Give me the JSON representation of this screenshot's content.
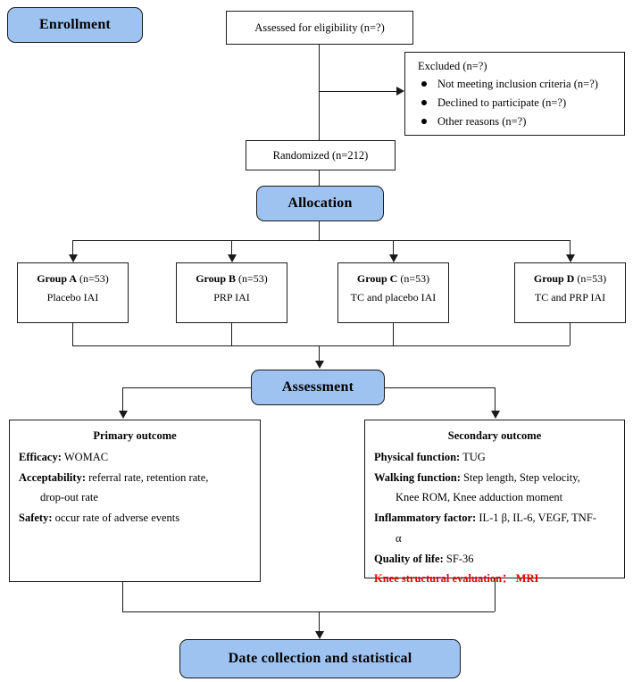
{
  "stages": {
    "enrollment": "Enrollment",
    "allocation": "Allocation",
    "assessment": "Assessment",
    "final": "Date collection and statistical"
  },
  "nodes": {
    "assessed": "Assessed for eligibility (n=?)",
    "randomized": "Randomized (n=212)"
  },
  "excluded": {
    "title": "Excluded (n=?)",
    "items": [
      "Not meeting inclusion criteria (n=?)",
      "Declined to participate (n=?)",
      "Other reasons (n=?)"
    ]
  },
  "groups": [
    {
      "name": "Group A",
      "n": "(n=53)",
      "intervention": "Placebo IAI"
    },
    {
      "name": "Group B",
      "n": "(n=53)",
      "intervention": "PRP IAI"
    },
    {
      "name": "Group C",
      "n": "(n=53)",
      "intervention": "TC and placebo IAI"
    },
    {
      "name": "Group D",
      "n": "(n=53)",
      "intervention": "TC and PRP IAI"
    }
  ],
  "primary_outcome": {
    "heading": "Primary outcome",
    "rows": [
      {
        "label": "Efficacy:",
        "value": "WOMAC"
      },
      {
        "label": "Acceptability:",
        "value": "referral rate, retention rate,"
      },
      {
        "label": "",
        "value": "drop-out rate",
        "indent": true
      },
      {
        "label": "Safety:",
        "value": "occur rate of adverse events"
      }
    ]
  },
  "secondary_outcome": {
    "heading": "Secondary outcome",
    "rows": [
      {
        "label": "Physical function:",
        "value": "TUG"
      },
      {
        "label": "Walking function:",
        "value": "Step length, Step velocity,"
      },
      {
        "label": "",
        "value": "Knee ROM, Knee adduction moment",
        "indent": true
      },
      {
        "label": "Inflammatory factor:",
        "value": "IL-1 β, IL-6, VEGF,  TNF-"
      },
      {
        "label": "",
        "value": "α",
        "indent": true
      },
      {
        "label": "Quality of life:",
        "value": "SF-36"
      },
      {
        "label": "Knee structural evaluation：",
        "value": "MRI",
        "red": true
      }
    ]
  },
  "colors": {
    "stage_fill": "#9FC3F0",
    "stroke": "#1a1a1a",
    "highlight_text": "#EE0000"
  }
}
